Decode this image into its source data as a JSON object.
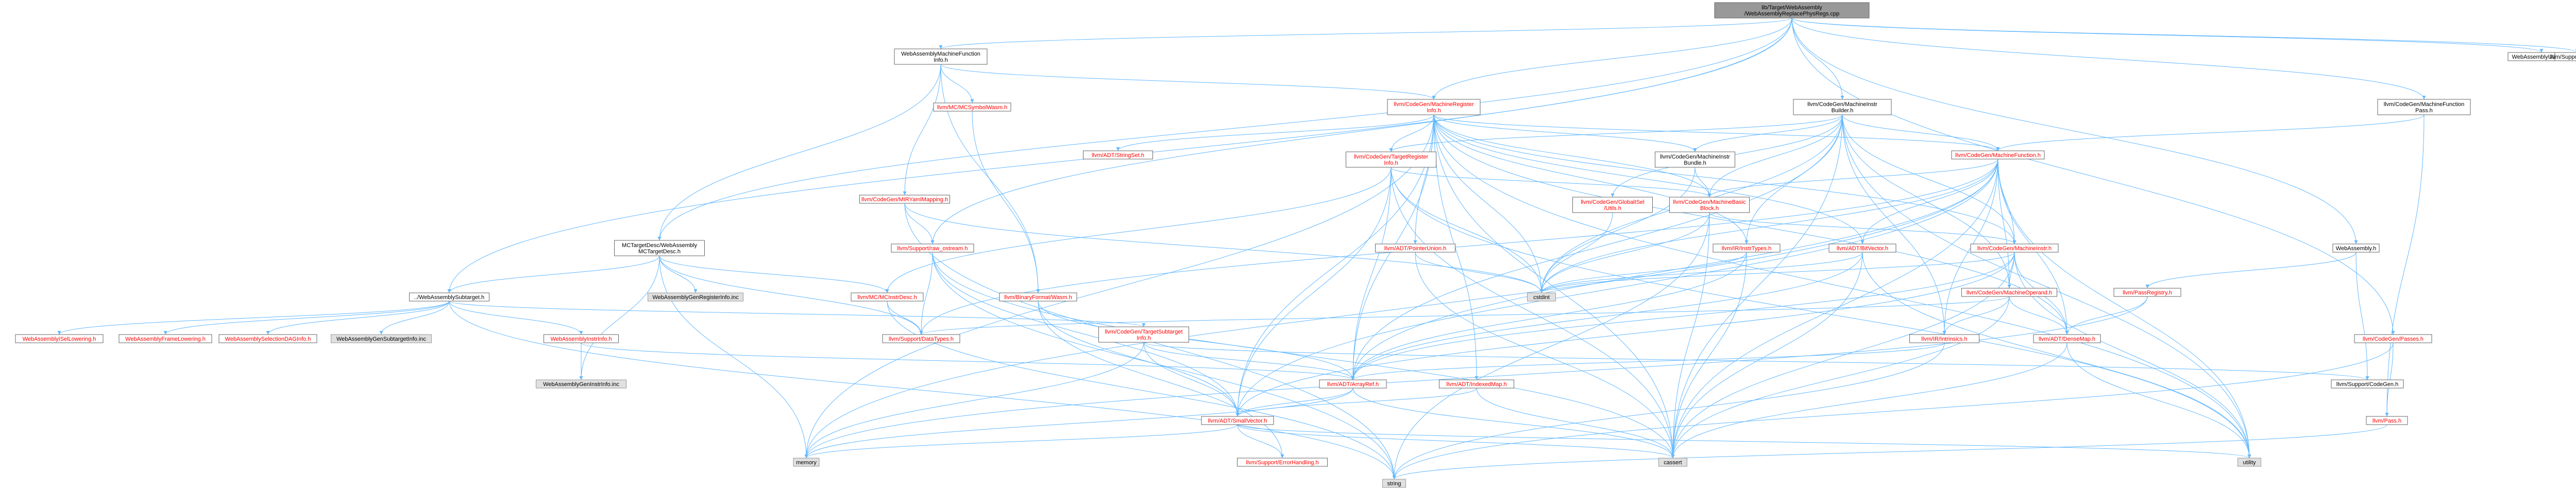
{
  "colors": {
    "edge": "#63b8ff",
    "root_fill": "#999999",
    "node_fill": "#ffffff",
    "node_border": "#666666",
    "external_fill": "#e0e0e0",
    "external_border": "#999999",
    "red_text": "#ff0000",
    "black_text": "#000000"
  },
  "nodes": [
    {
      "id": "root",
      "lines": [
        "lib/Target/WebAssembly",
        "/WebAssemblyReplacePhysRegs.cpp"
      ],
      "kind": "root"
    },
    {
      "id": "wamfi",
      "lines": [
        "WebAssemblyMachineFunction",
        "Info.h"
      ],
      "kind": "plain"
    },
    {
      "id": "cgmri",
      "lines": [
        "llvm/CodeGen/MachineRegister",
        "Info.h"
      ],
      "kind": "red"
    },
    {
      "id": "mib",
      "lines": [
        "llvm/CodeGen/MachineInstr",
        "Builder.h"
      ],
      "kind": "plain"
    },
    {
      "id": "mfp",
      "lines": [
        "llvm/CodeGen/MachineFunction",
        "Pass.h"
      ],
      "kind": "plain"
    },
    {
      "id": "waasm",
      "lines": [
        "WebAssembly.h"
      ],
      "kind": "plain"
    },
    {
      "id": "wautil",
      "lines": [
        "WebAssemblyUtilities.h"
      ],
      "kind": "plain"
    },
    {
      "id": "debug",
      "lines": [
        "llvm/Support/Debug.h"
      ],
      "kind": "plain"
    },
    {
      "id": "mcsw",
      "lines": [
        "llvm/MC/MCSymbolWasm.h"
      ],
      "kind": "red"
    },
    {
      "id": "yaml",
      "lines": [
        "llvm/CodeGen/MIRYamlMapping.h"
      ],
      "kind": "red"
    },
    {
      "id": "strset",
      "lines": [
        "llvm/ADT/StringSet.h"
      ],
      "kind": "red"
    },
    {
      "id": "tri",
      "lines": [
        "llvm/CodeGen/TargetRegister",
        "Info.h"
      ],
      "kind": "red"
    },
    {
      "id": "mibundle",
      "lines": [
        "llvm/CodeGen/MachineInstr",
        "Bundle.h"
      ],
      "kind": "plain"
    },
    {
      "id": "mf",
      "lines": [
        "llvm/CodeGen/MachineFunction.h"
      ],
      "kind": "red"
    },
    {
      "id": "mcdesc",
      "lines": [
        "MCTargetDesc/WebAssembly",
        "MCTargetDesc.h"
      ],
      "kind": "plain"
    },
    {
      "id": "rawos",
      "lines": [
        "llvm/Support/raw_ostream.h"
      ],
      "kind": "red"
    },
    {
      "id": "gisel",
      "lines": [
        "llvm/CodeGen/GlobalISel",
        "/Utils.h"
      ],
      "kind": "red"
    },
    {
      "id": "mbb",
      "lines": [
        "llvm/CodeGen/MachineBasic",
        "Block.h"
      ],
      "kind": "red"
    },
    {
      "id": "ptrunion",
      "lines": [
        "llvm/ADT/PointerUnion.h"
      ],
      "kind": "red"
    },
    {
      "id": "irtypes",
      "lines": [
        "llvm/IR/InstrTypes.h"
      ],
      "kind": "red"
    },
    {
      "id": "bitvec",
      "lines": [
        "llvm/ADT/BitVector.h"
      ],
      "kind": "red"
    },
    {
      "id": "mi",
      "lines": [
        "llvm/CodeGen/MachineInstr.h"
      ],
      "kind": "red"
    },
    {
      "id": "subtarget",
      "lines": [
        "../WebAssemblySubtarget.h"
      ],
      "kind": "plain"
    },
    {
      "id": "reginfo",
      "lines": [
        "WebAssemblyGenRegisterInfo.inc"
      ],
      "kind": "ext"
    },
    {
      "id": "mcinstrdesc",
      "lines": [
        "llvm/MC/MCInstrDesc.h"
      ],
      "kind": "red"
    },
    {
      "id": "binfmt",
      "lines": [
        "llvm/BinaryFormat/Wasm.h"
      ],
      "kind": "red"
    },
    {
      "id": "cstdint",
      "lines": [
        "cstdint"
      ],
      "kind": "ext"
    },
    {
      "id": "mo",
      "lines": [
        "llvm/CodeGen/MachineOperand.h"
      ],
      "kind": "red"
    },
    {
      "id": "passreg",
      "lines": [
        "llvm/PassRegistry.h"
      ],
      "kind": "red"
    },
    {
      "id": "passes",
      "lines": [
        "llvm/CodeGen/Passes.h"
      ],
      "kind": "red"
    },
    {
      "id": "isel",
      "lines": [
        "WebAssemblyISelLowering.h"
      ],
      "kind": "red"
    },
    {
      "id": "framelow",
      "lines": [
        "WebAssemblyFrameLowering.h"
      ],
      "kind": "red"
    },
    {
      "id": "seldag",
      "lines": [
        "WebAssemblySelectionDAGInfo.h"
      ],
      "kind": "red"
    },
    {
      "id": "gensub",
      "lines": [
        "WebAssemblyGenSubtargetInfo.inc"
      ],
      "kind": "ext"
    },
    {
      "id": "instrinfo",
      "lines": [
        "WebAssemblyInstrInfo.h"
      ],
      "kind": "red"
    },
    {
      "id": "datatypes",
      "lines": [
        "llvm/Support/DataTypes.h"
      ],
      "kind": "red"
    },
    {
      "id": "tsi",
      "lines": [
        "llvm/CodeGen/TargetSubtarget",
        "Info.h"
      ],
      "kind": "red"
    },
    {
      "id": "intrinsics",
      "lines": [
        "llvm/IR/Intrinsics.h"
      ],
      "kind": "red"
    },
    {
      "id": "densemap",
      "lines": [
        "llvm/ADT/DenseMap.h"
      ],
      "kind": "red"
    },
    {
      "id": "gencinstr",
      "lines": [
        "WebAssemblyGenInstrInfo.inc"
      ],
      "kind": "ext"
    },
    {
      "id": "arrayref",
      "lines": [
        "llvm/ADT/ArrayRef.h"
      ],
      "kind": "red"
    },
    {
      "id": "indexedmap",
      "lines": [
        "llvm/ADT/IndexedMap.h"
      ],
      "kind": "red"
    },
    {
      "id": "codegen",
      "lines": [
        "llvm/Support/CodeGen.h"
      ],
      "kind": "plain"
    },
    {
      "id": "smallvec",
      "lines": [
        "llvm/ADT/SmallVector.h"
      ],
      "kind": "red"
    },
    {
      "id": "pass",
      "lines": [
        "llvm/Pass.h"
      ],
      "kind": "red"
    },
    {
      "id": "memory",
      "lines": [
        "memory"
      ],
      "kind": "ext"
    },
    {
      "id": "cassert",
      "lines": [
        "cassert"
      ],
      "kind": "ext"
    },
    {
      "id": "utility",
      "lines": [
        "utility"
      ],
      "kind": "ext"
    },
    {
      "id": "errhandling",
      "lines": [
        "llvm/Support/ErrorHandling.h"
      ],
      "kind": "red"
    },
    {
      "id": "string",
      "lines": [
        "string"
      ],
      "kind": "ext"
    }
  ]
}
